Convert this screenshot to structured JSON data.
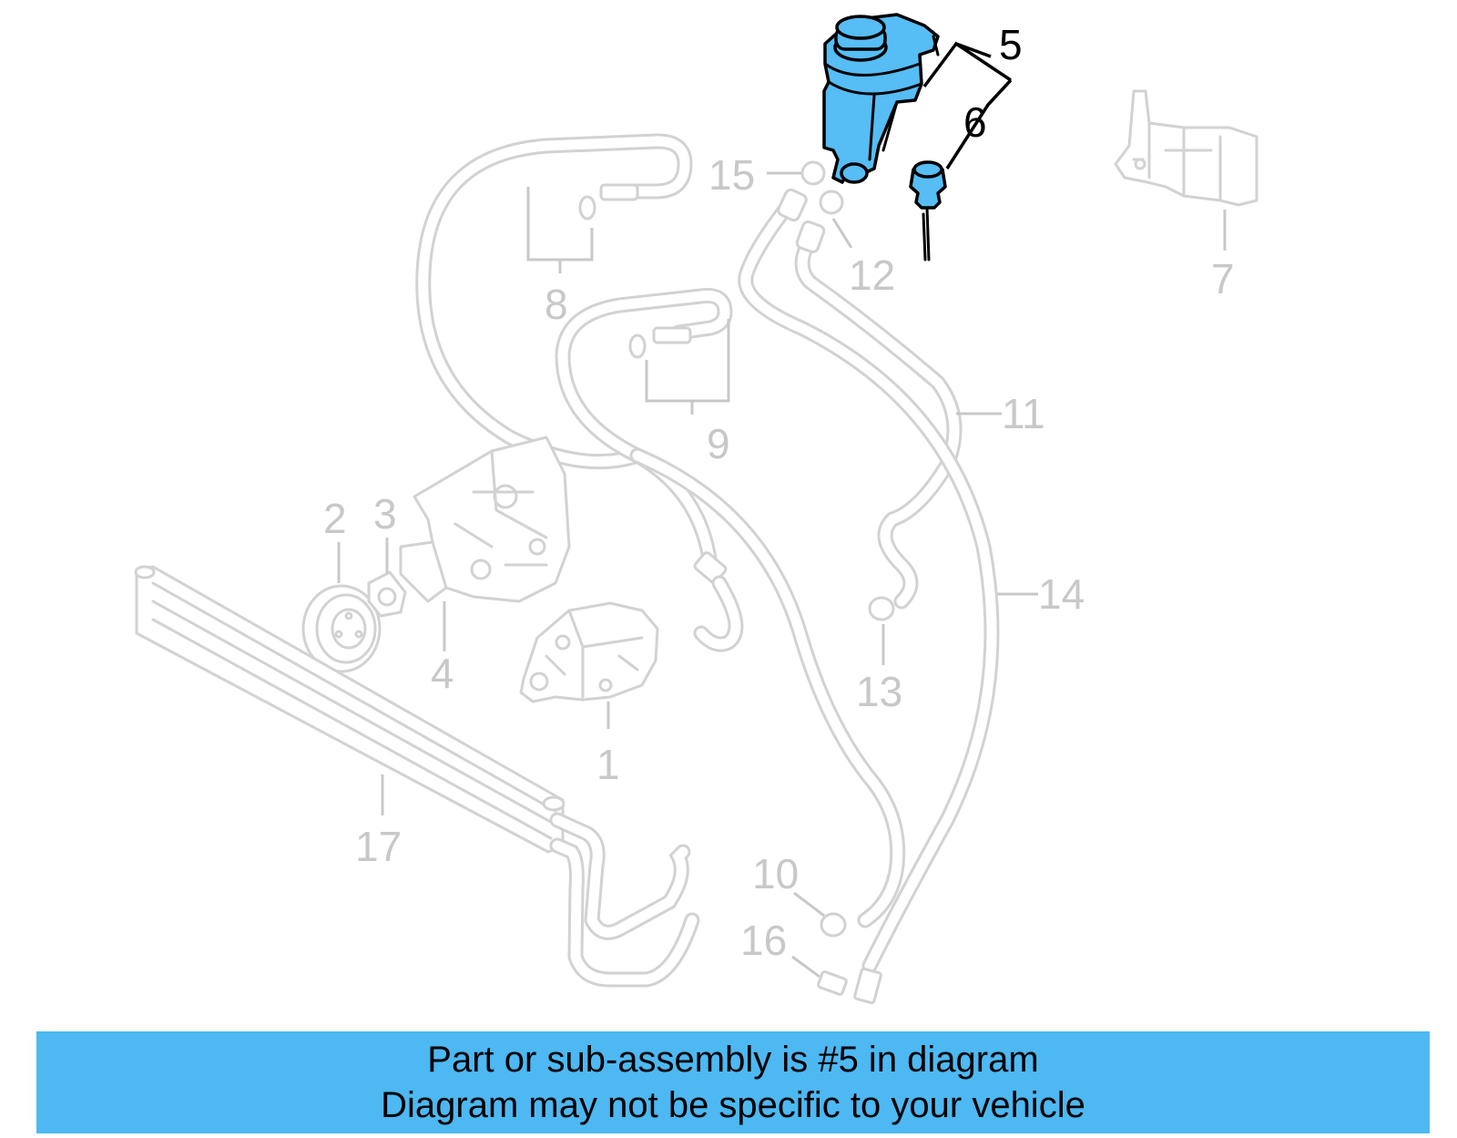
{
  "diagram": {
    "callouts": [
      {
        "id": "1",
        "text": "1"
      },
      {
        "id": "2",
        "text": "2"
      },
      {
        "id": "3",
        "text": "3"
      },
      {
        "id": "4",
        "text": "4"
      },
      {
        "id": "5",
        "text": "5"
      },
      {
        "id": "6",
        "text": "6"
      },
      {
        "id": "7",
        "text": "7"
      },
      {
        "id": "8",
        "text": "8"
      },
      {
        "id": "9",
        "text": "9"
      },
      {
        "id": "10",
        "text": "10"
      },
      {
        "id": "11",
        "text": "11"
      },
      {
        "id": "12",
        "text": "12"
      },
      {
        "id": "13",
        "text": "13"
      },
      {
        "id": "14",
        "text": "14"
      },
      {
        "id": "15",
        "text": "15"
      },
      {
        "id": "16",
        "text": "16"
      },
      {
        "id": "17",
        "text": "17"
      }
    ],
    "highlighted_part": "5",
    "highlight_color": "#56bdf5",
    "ghost_color": "#d2d2d2"
  },
  "banner": {
    "line1": "Part or sub-assembly is #5 in diagram",
    "line2": "Diagram may not be specific to your vehicle",
    "background": "#4db8f2"
  }
}
